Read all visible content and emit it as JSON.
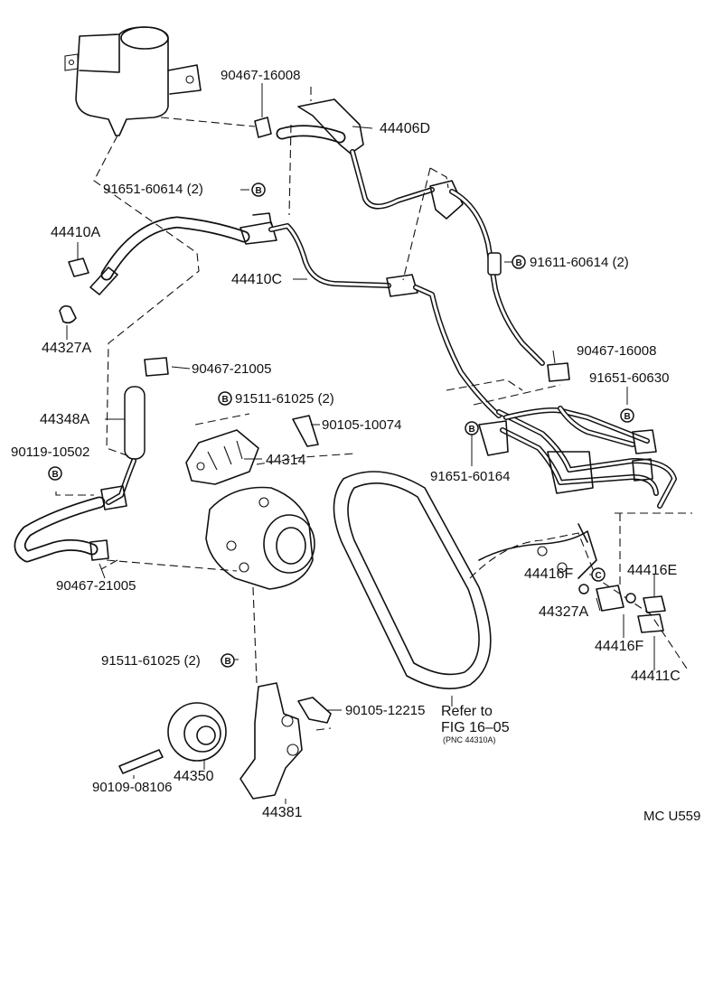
{
  "labels": {
    "p90467_16008_a": "90467-16008",
    "p44406D": "44406D",
    "p91651_60614": "91651-60614 (2)",
    "p44410A": "44410A",
    "p91611_60614": "91611-60614 (2)",
    "p44410C": "44410C",
    "p44327A_a": "44327A",
    "p90467_16008_b": "90467-16008",
    "p90467_21005_a": "90467-21005",
    "p91651_60630": "91651-60630",
    "p91511_61025_a": "91511-61025 (2)",
    "p44348A": "44348A",
    "p90105_10074": "90105-10074",
    "p90119_10502": "90119-10502",
    "p44314": "44314",
    "p91651_60164": "91651-60164",
    "p90467_21005_b": "90467-21005",
    "p44416F_a": "44416F",
    "p44416E": "44416E",
    "p44327A_b": "44327A",
    "p44416F_b": "44416F",
    "p91511_61025_b": "91511-61025 (2)",
    "p44411C": "44411C",
    "p90105_12215": "90105-12215",
    "refer_1": "Refer to",
    "refer_2": "FIG 16–05",
    "refer_3": "(PNC 44310A)",
    "p44350": "44350",
    "p90109_08106": "90109-08106",
    "p44381": "44381",
    "figure_code": "MC U559"
  },
  "badges": {
    "b": "B",
    "c": "C"
  }
}
